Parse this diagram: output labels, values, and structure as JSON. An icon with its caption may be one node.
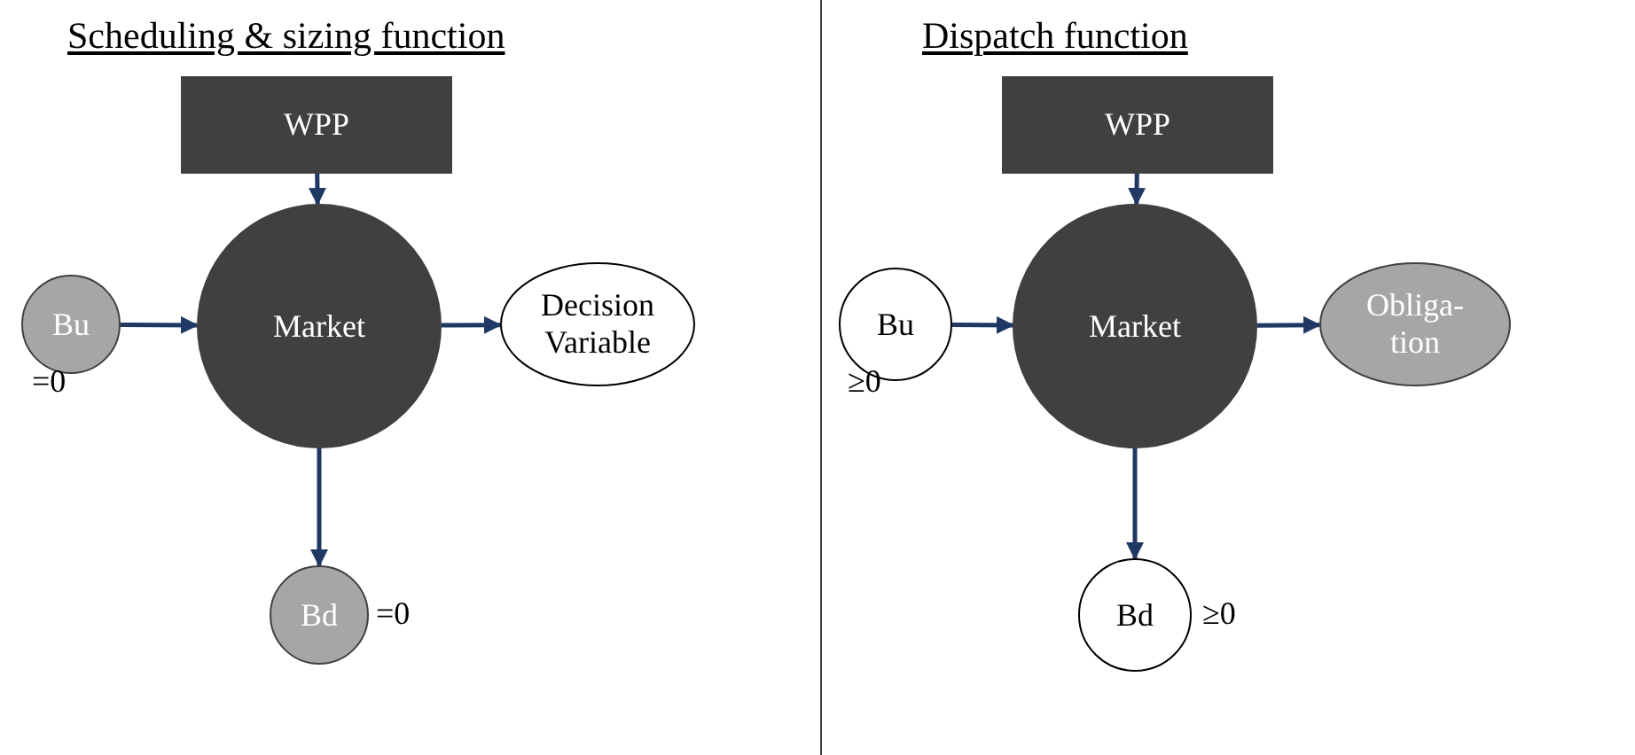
{
  "diagram": {
    "nodes": [
      {
        "text": [
          "WPP"
        ]
      },
      {
        "text": [
          "Bu"
        ],
        "beside": [
          "=0"
        ]
      },
      {
        "text": [
          "Market"
        ]
      },
      {
        "text": [
          "Decision Variable"
        ]
      },
      {
        "text": [
          "Bd"
        ],
        "beside": [
          "=0"
        ]
      },
      {
        "text": [
          "WPP"
        ]
      },
      {
        "text": [
          "Bu"
        ],
        "beside": [
          "≥0"
        ]
      },
      {
        "text": [
          "Market"
        ]
      },
      {
        "text": [
          "Obliga-tion"
        ]
      },
      {
        "text": [
          "Bd"
        ],
        "beside": [
          "≥0"
        ]
      }
    ],
    "edges": [
      {
        "from": 0,
        "to": 2,
        "arrow": "to"
      },
      {
        "from": 1,
        "to": 2,
        "arrow": "to"
      },
      {
        "from": 2,
        "to": 3,
        "arrow": "to"
      },
      {
        "from": 2,
        "to": 4,
        "arrow": "to"
      },
      {
        "from": 5,
        "to": 7,
        "arrow": "to"
      },
      {
        "from": 6,
        "to": 7,
        "arrow": "to"
      },
      {
        "from": 7,
        "to": 8,
        "arrow": "to"
      },
      {
        "from": 7,
        "to": 9,
        "arrow": "to"
      }
    ],
    "labels": [
      "Scheduling & sizing function",
      "Dispatch function"
    ]
  }
}
